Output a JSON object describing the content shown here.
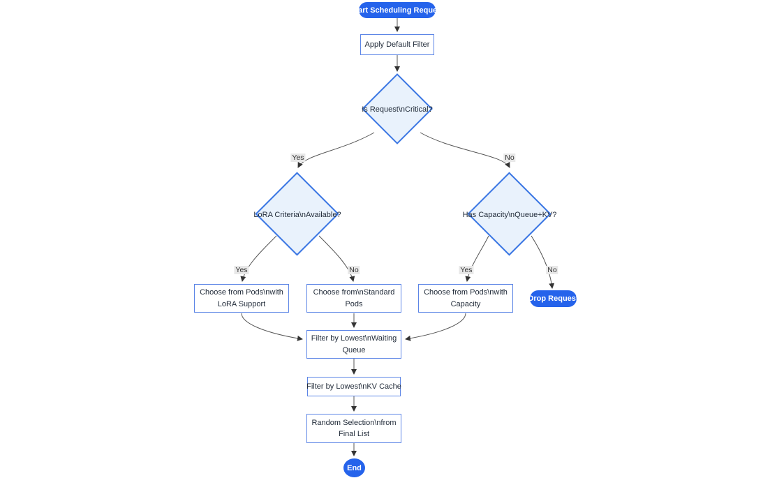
{
  "diagram": {
    "type": "flowchart",
    "nodes": {
      "start": {
        "label": "Start Scheduling Request",
        "shape": "pill"
      },
      "apply_filter": {
        "label": "Apply Default Filter",
        "shape": "rect"
      },
      "is_critical": {
        "label": "Is Request\\nCritical?",
        "shape": "diamond"
      },
      "lora_criteria": {
        "label": "LoRA Criteria\\nAvailable?",
        "shape": "diamond"
      },
      "has_capacity": {
        "label": "Has Capacity\\nQueue+KV?",
        "shape": "diamond"
      },
      "choose_lora": {
        "label": "Choose from Pods\\nwith LoRA Support",
        "shape": "rect"
      },
      "choose_standard": {
        "label": "Choose from\\nStandard Pods",
        "shape": "rect"
      },
      "choose_capacity": {
        "label": "Choose from Pods\\nwith Capacity",
        "shape": "rect"
      },
      "drop_request": {
        "label": "Drop Request",
        "shape": "pill"
      },
      "filter_waiting": {
        "label": "Filter by Lowest\\nWaiting Queue",
        "shape": "rect"
      },
      "filter_kv": {
        "label": "Filter by Lowest\\nKV Cache",
        "shape": "rect"
      },
      "random_selection": {
        "label": "Random Selection\\nfrom Final List",
        "shape": "rect"
      },
      "end": {
        "label": "End",
        "shape": "pill"
      }
    },
    "edge_labels": {
      "critical_yes": "Yes",
      "critical_no": "No",
      "lora_yes": "Yes",
      "lora_no": "No",
      "capacity_yes": "Yes",
      "capacity_no": "No"
    },
    "colors": {
      "pill_bg": "#2563eb",
      "pill_text": "#ffffff",
      "rect_bg": "#ffffff",
      "rect_border": "#5c85e6",
      "diamond_bg": "#e9f2fc",
      "diamond_border": "#3a76e3",
      "edge": "#555555",
      "edge_label_bg": "#e8e8e8",
      "node_text": "#1f2937"
    }
  }
}
